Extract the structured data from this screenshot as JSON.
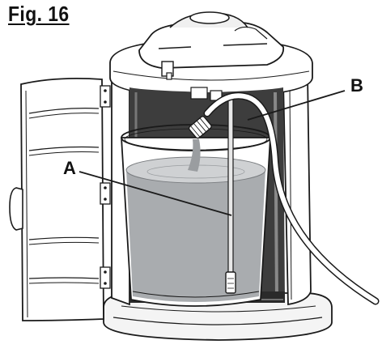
{
  "figure": {
    "title": "Fig. 16"
  },
  "callouts": {
    "a": "A",
    "b": "B"
  },
  "colors": {
    "line": "#1a1a1a",
    "water": "#a9acaf",
    "water_light": "#cfd1d3",
    "shadow": "#3a3a3a"
  }
}
